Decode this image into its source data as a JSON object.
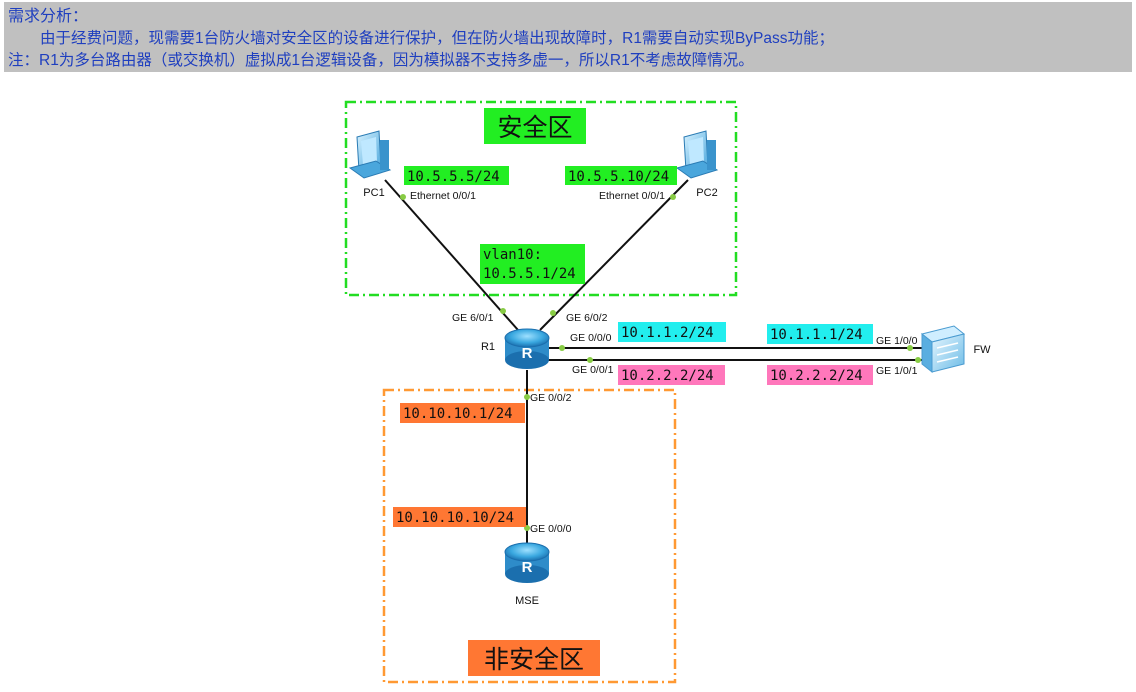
{
  "requirements": {
    "heading": "需求分析：",
    "line1": "由于经费问题，现需要1台防火墙对安全区的设备进行保护，但在防火墙出现故障时，R1需要自动实现ByPass功能；",
    "line2": "注：R1为多台路由器（或交换机）虚拟成1台逻辑设备，因为模拟器不支持多虚一，所以R1不考虑故障情况。"
  },
  "zones": {
    "secure": {
      "label": "安全区",
      "color": "#22dd22"
    },
    "insecure": {
      "label": "非安全区",
      "color": "#ff9933"
    }
  },
  "devices": {
    "pc1": "PC1",
    "pc2": "PC2",
    "r1": "R1",
    "fw": "FW",
    "mse": "MSE"
  },
  "interfaces": {
    "pc1_eth": "Ethernet 0/0/1",
    "pc2_eth": "Ethernet 0/0/1",
    "r1_ge601": "GE 6/0/1",
    "r1_ge602": "GE 6/0/2",
    "r1_ge000": "GE 0/0/0",
    "r1_ge001": "GE 0/0/1",
    "r1_ge002": "GE 0/0/2",
    "fw_ge100": "GE 1/0/0",
    "fw_ge101": "GE 1/0/1",
    "mse_ge000": "GE 0/0/0"
  },
  "addresses": {
    "pc1": "10.5.5.5/24",
    "pc2": "10.5.5.10/24",
    "vlan_name": "vlan10:",
    "vlan_ip": "10.5.5.1/24",
    "r1_ge000": "10.1.1.2/24",
    "fw_ge100": "10.1.1.1/24",
    "r1_ge001": "10.2.2.2/24",
    "fw_ge101": "10.2.2.2/24",
    "r1_ge002": "10.10.10.1/24",
    "mse_ge000": "10.10.10.10/24"
  },
  "colors": {
    "header_bg": "#c0c0c0",
    "header_text": "#1f3fbf",
    "tag_green": "#22ee22",
    "tag_cyan": "#22eeee",
    "tag_pink": "#ff77bb",
    "tag_orange": "#ff7733",
    "port_dot": "#88cc44",
    "device_blue": "#3aa8e0"
  }
}
